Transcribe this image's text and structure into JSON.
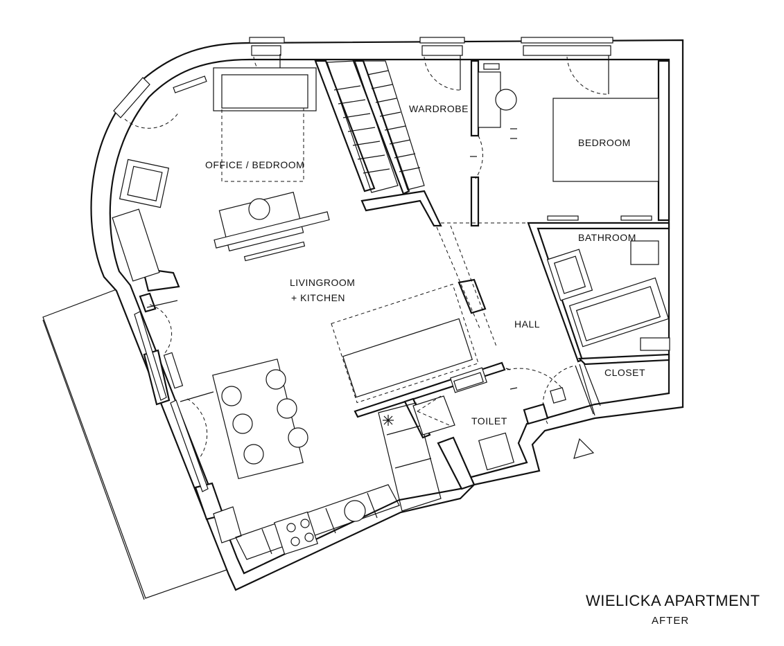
{
  "plan": {
    "title": "WIELICKA APARTMENT",
    "subtitle": "AFTER",
    "rooms": {
      "office": "OFFICE / BEDROOM",
      "wardrobe": "WARDROBE",
      "bedroom": "BEDROOM",
      "bathroom": "BATHROOM",
      "living_line1": "LIVINGROOM",
      "living_line2": "+ KITCHEN",
      "hall": "HALL",
      "closet": "CLOSET",
      "toilet": "TOILET"
    },
    "icons": {
      "entrance": "entrance-arrow-icon",
      "fan": "asterisk-fan-icon"
    },
    "colors": {
      "line": "#111111",
      "background": "#ffffff"
    }
  }
}
